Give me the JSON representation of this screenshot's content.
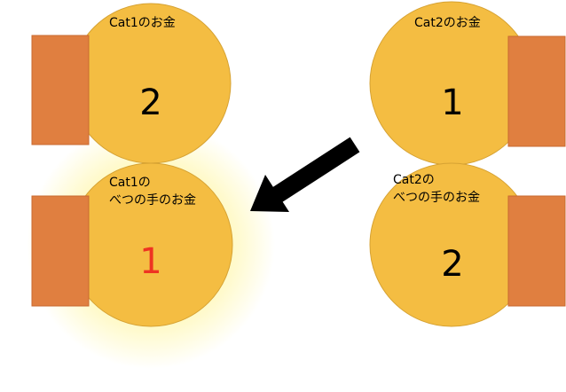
{
  "colors": {
    "coin_fill": "#F4BD42",
    "coin_stroke": "#D6A233",
    "block_fill": "#E07F40",
    "block_stroke": "#C96A30",
    "glow": "#FFF27A",
    "arrow": "#000000",
    "number_default": "#000000",
    "number_highlight": "#EE3322"
  },
  "diagram": {
    "cat1_money": {
      "label_lines": [
        "Cat1のお金"
      ],
      "value": "2"
    },
    "cat2_money": {
      "label_lines": [
        "Cat2のお金"
      ],
      "value": "1"
    },
    "cat1_other_money": {
      "label_lines": [
        "Cat1の",
        "べつの手のお金"
      ],
      "value": "1",
      "highlighted": true
    },
    "cat2_other_money": {
      "label_lines": [
        "Cat2の",
        "べつの手のお金"
      ],
      "value": "2"
    },
    "arrow": {
      "from": "cat2_money",
      "to": "cat1_other_money"
    }
  }
}
